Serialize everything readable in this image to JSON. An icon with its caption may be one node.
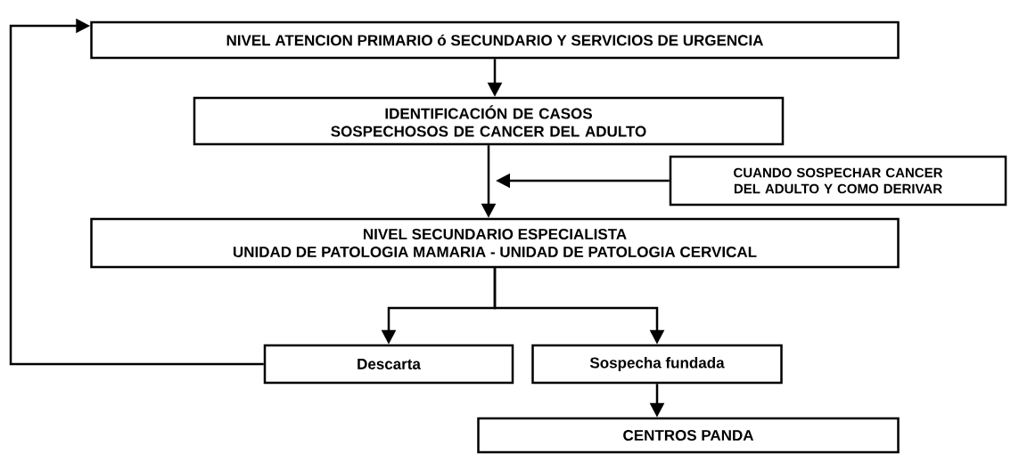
{
  "diagram": {
    "nodes": [
      {
        "text": [
          "NIVEL ATENCION PRIMARIO ó SECUNDARIO Y SERVICIOS DE URGENCIA"
        ]
      },
      {
        "text": [
          "IDENTIFICACIÓN DE CASOS SOSPECHOSOS DE CANCER DEL ADULTO"
        ]
      },
      {
        "text": [
          "CUANDO SOSPECHAR CANCER DEL ADULTO Y COMO DERIVAR"
        ]
      },
      {
        "text": [
          "NIVEL SECUNDARIO ESPECIALISTA",
          "UNIDAD DE PATOLOGIA MAMARIA - UNIDAD DE PATOLOGIA CERVICAL"
        ]
      },
      {
        "text": [
          "Descarta"
        ]
      },
      {
        "text": [
          "Sospecha fundada"
        ]
      },
      {
        "text": [
          "CENTROS PANDA"
        ]
      }
    ],
    "edges": [
      {
        "from": 0,
        "to": 1,
        "arrow": "to"
      },
      {
        "from": 1,
        "to": 3,
        "arrow": "to"
      },
      {
        "from": 2,
        "to": null,
        "arrow": "to"
      },
      {
        "from": 3,
        "to": 4,
        "arrow": "to"
      },
      {
        "from": 3,
        "to": 5,
        "arrow": "to"
      },
      {
        "from": 4,
        "to": 0,
        "arrow": "to"
      },
      {
        "from": 5,
        "to": 6,
        "arrow": "to"
      }
    ]
  }
}
